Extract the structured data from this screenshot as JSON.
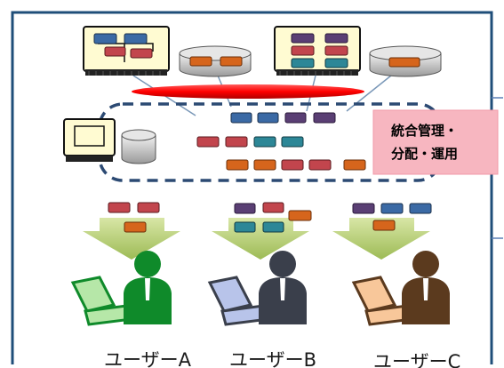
{
  "callout": {
    "line1": "統合管理・",
    "line2": "分配・運用"
  },
  "users": [
    {
      "label": "ユーザーA",
      "color": "#0f8a2a",
      "terminal_color": "#b6e7a8"
    },
    {
      "label": "ユーザーB",
      "color": "#3a3f4b",
      "terminal_color": "#b8c4ea"
    },
    {
      "label": "ユーザーC",
      "color": "#5b3a1e",
      "terminal_color": "#f8c79a"
    }
  ],
  "colors": {
    "frame": "#1f4e79",
    "dashed_pool": "#2c4a73",
    "red_link": "#ff1a1a",
    "arrow_fill": "#b7cf73",
    "callout_bg": "#f7b6c0",
    "block_blue": "#3b6aa5",
    "block_red": "#c2454d",
    "block_orange": "#d6651c",
    "block_teal": "#2d8797",
    "block_purple": "#5a3f74"
  }
}
